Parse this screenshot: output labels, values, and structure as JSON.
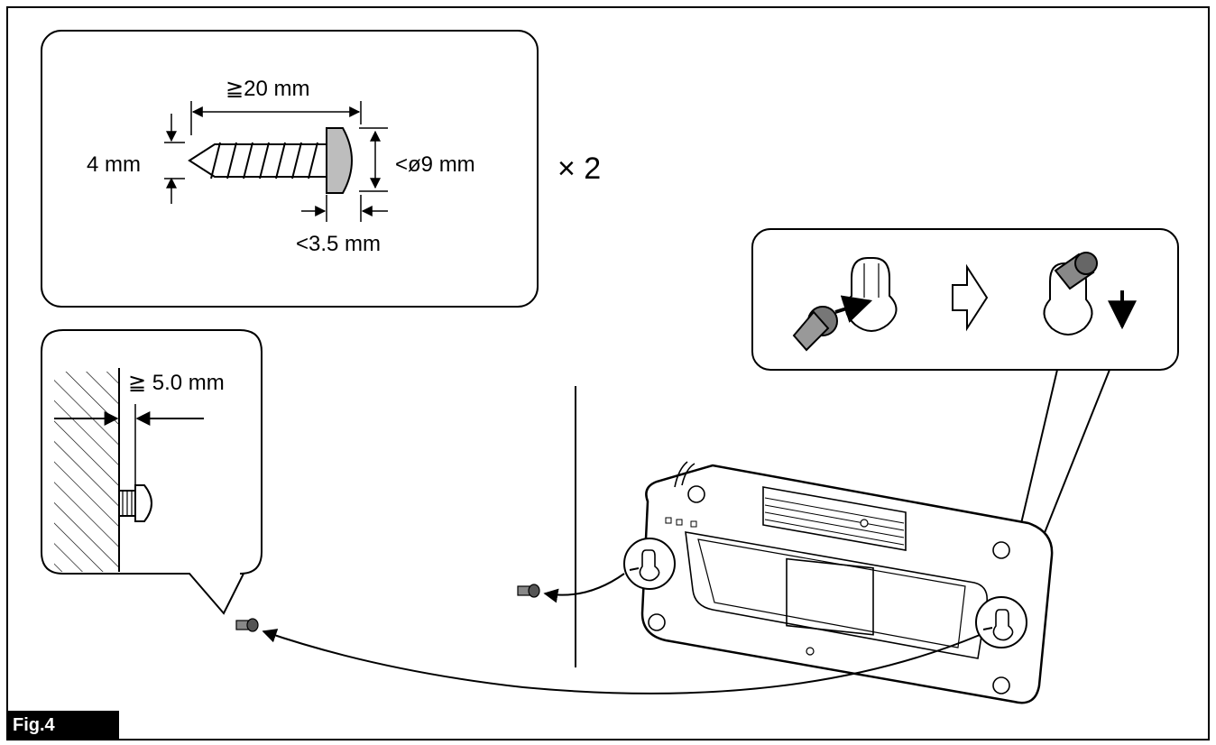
{
  "figure_label": "Fig.4",
  "screw_spec": {
    "length_label": "≧20 mm",
    "shaft_diameter_label": "4 mm",
    "head_diameter_label": "<ø9 mm",
    "head_thickness_label": "<3.5 mm",
    "quantity_label": "× 2"
  },
  "wall_gap": {
    "gap_label": "≧ 5.0 mm"
  },
  "mount_steps": {
    "step_arrow": "right-outline-arrow",
    "slide_direction": "down-arrow"
  }
}
